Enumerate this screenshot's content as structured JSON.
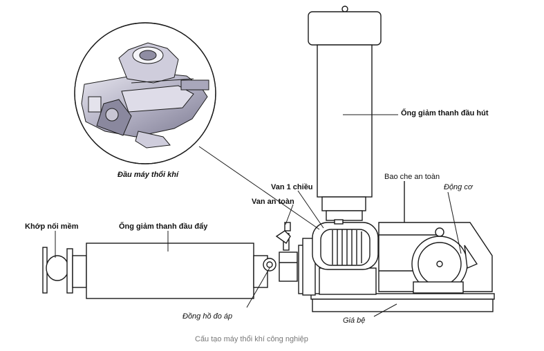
{
  "labels": {
    "suction_silencer": "Ống giảm thanh đầu hút",
    "safety_cover": "Bao che an toàn",
    "motor": "Động cơ",
    "blower_head": "Đầu máy thổi khí",
    "check_valve": "Van 1 chiều",
    "safety_valve": "Van an toàn",
    "flexible_joint": "Khớp nối mềm",
    "discharge_silencer": "Ống giảm thanh đầu đẩy",
    "pressure_gauge": "Đồng hồ đo áp",
    "base": "Giá bệ"
  },
  "caption": "Cấu tạo máy thổi khí công nghiệp",
  "colors": {
    "line": "#1a1a1a",
    "fill": "#ffffff",
    "inset_metal": "#b9b7c9",
    "caption": "#777777"
  }
}
